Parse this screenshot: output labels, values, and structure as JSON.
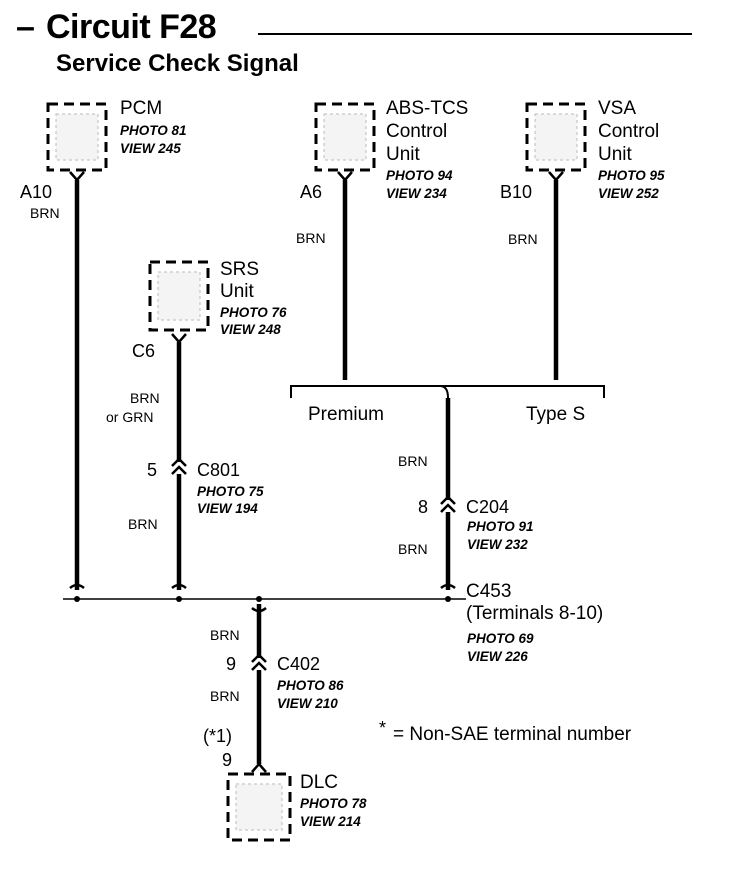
{
  "header": {
    "dash": "–",
    "title": "Circuit F28",
    "subtitle": "Service Check Signal"
  },
  "components": {
    "pcm": {
      "name": "PCM",
      "photo": "PHOTO 81",
      "view": "VIEW 245",
      "pin": "A10",
      "wire": "BRN"
    },
    "abs": {
      "line1": "ABS-TCS",
      "line2": "Control",
      "line3": "Unit",
      "photo": "PHOTO 94",
      "view": "VIEW 234",
      "pin": "A6",
      "wire": "BRN"
    },
    "vsa": {
      "line1": "VSA",
      "line2": "Control",
      "line3": "Unit",
      "photo": "PHOTO 95",
      "view": "VIEW 252",
      "pin": "B10",
      "wire": "BRN"
    },
    "srs": {
      "line1": "SRS",
      "line2": "Unit",
      "photo": "PHOTO 76",
      "view": "VIEW 248",
      "pin": "C6",
      "wire_line1": "BRN",
      "wire_line2": "or GRN"
    },
    "dlc": {
      "name": "DLC",
      "photo": "PHOTO 78",
      "view": "VIEW 214",
      "pin_note": "(*1)",
      "pin": "9"
    }
  },
  "connectors": {
    "c801": {
      "name": "C801",
      "pin": "5",
      "photo": "PHOTO 75",
      "view": "VIEW 194",
      "wire_below": "BRN"
    },
    "c204": {
      "name": "C204",
      "pin": "8",
      "photo": "PHOTO 91",
      "view": "VIEW 232",
      "wire_above": "BRN",
      "wire_below": "BRN"
    },
    "c453": {
      "name": "C453",
      "terminals": "(Terminals 8-10)",
      "photo": "PHOTO 69",
      "view": "VIEW 226"
    },
    "c402": {
      "name": "C402",
      "pin": "9",
      "photo": "PHOTO 86",
      "view": "VIEW 210",
      "wire_above": "BRN",
      "wire_below": "BRN"
    }
  },
  "variants": {
    "left": "Premium",
    "right": "Type S"
  },
  "footnote": {
    "symbol": "*",
    "text": "= Non-SAE terminal number"
  }
}
